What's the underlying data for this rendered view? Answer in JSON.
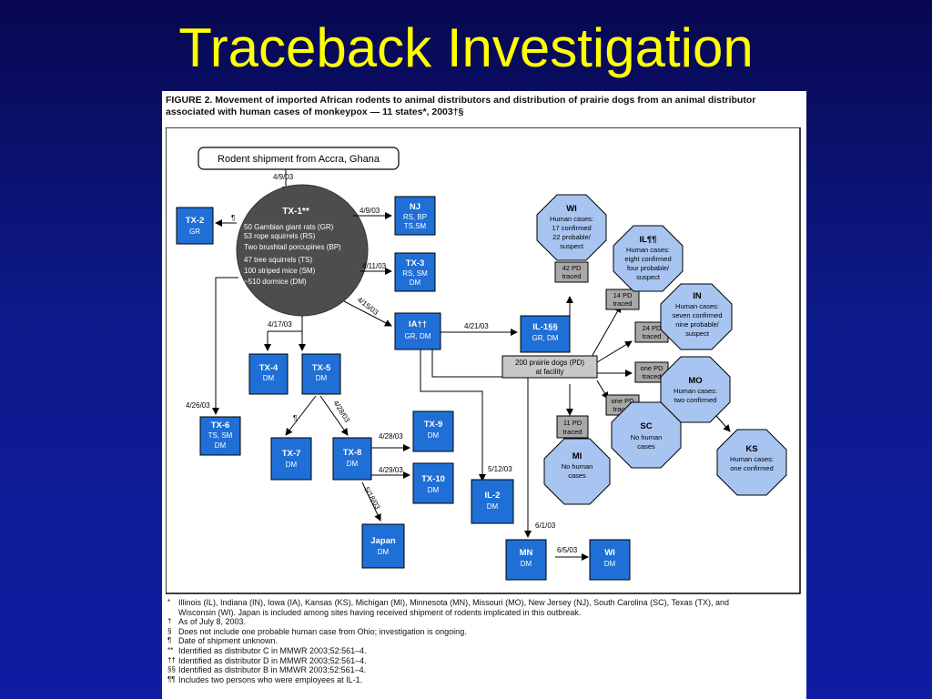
{
  "slide": {
    "title": "Traceback Investigation"
  },
  "figure": {
    "caption_line1": "FIGURE 2. Movement of imported African rodents to animal distributors and distribution of prairie dogs from an animal distributor",
    "caption_line2": "associated with human cases of monkeypox — 11 states*, 2003†§",
    "shipment_label": "Rodent shipment from Accra, Ghana",
    "tx1": {
      "label": "TX-1**",
      "lines": [
        "50 Gambian giant rats (GR)",
        "53 rope squirrels (RS)",
        "Two brushtail porcupines (BP)",
        "47 tree squirrels (TS)",
        "100 striped mice (SM)",
        "~510 dormice (DM)"
      ]
    },
    "distributors": {
      "tx2": {
        "name": "TX-2",
        "sub": "GR"
      },
      "nj": {
        "name": "NJ",
        "sub": "RS, BP",
        "sub2": "TS,SM"
      },
      "tx3": {
        "name": "TX-3",
        "sub": "RS, SM",
        "sub2": "DM"
      },
      "ia": {
        "name": "IA††",
        "sub": "GR, DM"
      },
      "il1": {
        "name": "IL-1§§",
        "sub": "GR, DM"
      },
      "tx4": {
        "name": "TX-4",
        "sub": "DM"
      },
      "tx5": {
        "name": "TX-5",
        "sub": "DM"
      },
      "tx6": {
        "name": "TX-6",
        "sub": "TS, SM",
        "sub2": "DM"
      },
      "tx7": {
        "name": "TX-7",
        "sub": "DM"
      },
      "tx8": {
        "name": "TX-8",
        "sub": "DM"
      },
      "tx9": {
        "name": "TX-9",
        "sub": "DM"
      },
      "tx10": {
        "name": "TX-10",
        "sub": "DM"
      },
      "il2": {
        "name": "IL-2",
        "sub": "DM"
      },
      "japan": {
        "name": "Japan",
        "sub": "DM"
      },
      "mn": {
        "name": "MN",
        "sub": "DM"
      },
      "wi_dist": {
        "name": "WI",
        "sub": "DM"
      }
    },
    "facility_label": [
      "200 prairie dogs (PD)",
      "at facility"
    ],
    "dates": {
      "shipment": "4/9/03",
      "nj": "4/9/03",
      "tx3": "4/11/03",
      "ia": "4/15/03",
      "il1": "4/21/03",
      "tx45": "4/17/03",
      "tx6": "4/26/03",
      "tx8": "4/28/03",
      "tx9": "4/28/03",
      "tx10": "4/29/03",
      "japan": "5/18/03",
      "il2": "5/12/03",
      "mn": "6/1/03",
      "wi": "6/5/03"
    },
    "marks": {
      "tx2": "¶",
      "tx7": "¶"
    },
    "pd_boxes": {
      "wi": [
        "42 PD",
        "traced"
      ],
      "il": [
        "14 PD",
        "traced"
      ],
      "in": [
        "24 PD",
        "traced"
      ],
      "mo": [
        "one PD",
        "traced"
      ],
      "sc": [
        "one PD",
        "traced"
      ],
      "mi": [
        "11 PD",
        "traced"
      ]
    },
    "states": {
      "wi": {
        "name": "WI",
        "lines": [
          "Human cases:",
          "17 confirmed",
          "22 probable/",
          "suspect"
        ]
      },
      "il": {
        "name": "IL¶¶",
        "lines": [
          "Human cases:",
          "eight confirmed",
          "four probable/",
          "suspect"
        ]
      },
      "in": {
        "name": "IN",
        "lines": [
          "Human cases:",
          "seven confirmed",
          "nine probable/",
          "suspect"
        ]
      },
      "mo": {
        "name": "MO",
        "lines": [
          "Human cases:",
          "two confirmed"
        ]
      },
      "sc": {
        "name": "SC",
        "lines": [
          "No human",
          "cases"
        ]
      },
      "mi": {
        "name": "MI",
        "lines": [
          "No human",
          "cases"
        ]
      },
      "ks": {
        "name": "KS",
        "lines": [
          "Human cases:",
          "one confirmed"
        ]
      }
    },
    "footnotes": [
      {
        "mark": "*",
        "text": "Illinois (IL), Indiana (IN), Iowa (IA), Kansas (KS), Michigan (MI), Minnesota (MN), Missouri (MO), New Jersey (NJ), South Carolina (SC), Texas (TX), and"
      },
      {
        "mark": "",
        "text": "Wisconsin (WI). Japan is included among sites having received shipment of rodents implicated in this outbreak."
      },
      {
        "mark": "†",
        "text": "As of July 8, 2003."
      },
      {
        "mark": "§",
        "text": "Does not include one probable human case from Ohio; investigation is ongoing."
      },
      {
        "mark": "¶",
        "text": "Date of shipment unknown."
      },
      {
        "mark": "**",
        "text": "Identified as distributor C in MMWR 2003;52:561–4."
      },
      {
        "mark": "††",
        "text": "Identified as distributor D in MMWR 2003;52:561–4."
      },
      {
        "mark": "§§",
        "text": "Identified as distributor B in MMWR 2003;52:561–4."
      },
      {
        "mark": "¶¶",
        "text": "Includes two persons who were employees at IL-1."
      }
    ]
  },
  "colors": {
    "background_top": "#080850",
    "background_bottom": "#0f1ca3",
    "title": "#ffff00",
    "distributor_box": "#1f6fd6",
    "tx1_circle": "#4d4d4d",
    "state_octagon": "#a8c4f0",
    "pd_box": "#a8a8a8",
    "facility_box": "#c8c8c8"
  }
}
